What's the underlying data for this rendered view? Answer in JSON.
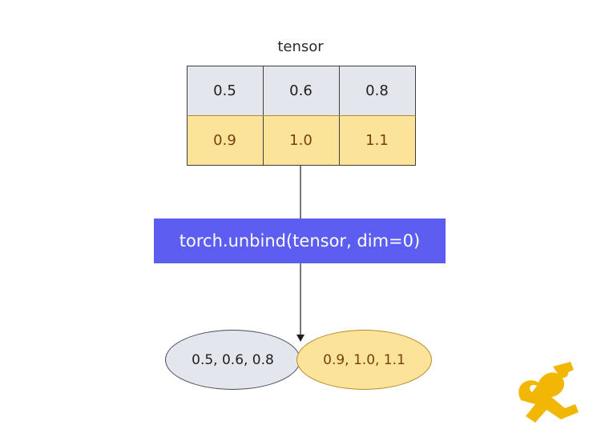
{
  "diagram": {
    "tensor_label": "tensor",
    "rows": [
      [
        "0.5",
        "0.6",
        "0.8"
      ],
      [
        "0.9",
        "1.0",
        "1.1"
      ]
    ],
    "operation": "torch.unbind(tensor, dim=0)",
    "outputs": [
      "0.5, 0.6, 0.8",
      "0.9, 1.0, 1.1"
    ]
  },
  "colors": {
    "row_gray": "#e3e6ec",
    "row_yellow": "#fbe39a",
    "accent": "#5b5ef0",
    "text_brown": "#7a3e0c",
    "logo": "#f2b705"
  },
  "icons": {
    "logo": "dancing-figure-logo-icon"
  }
}
